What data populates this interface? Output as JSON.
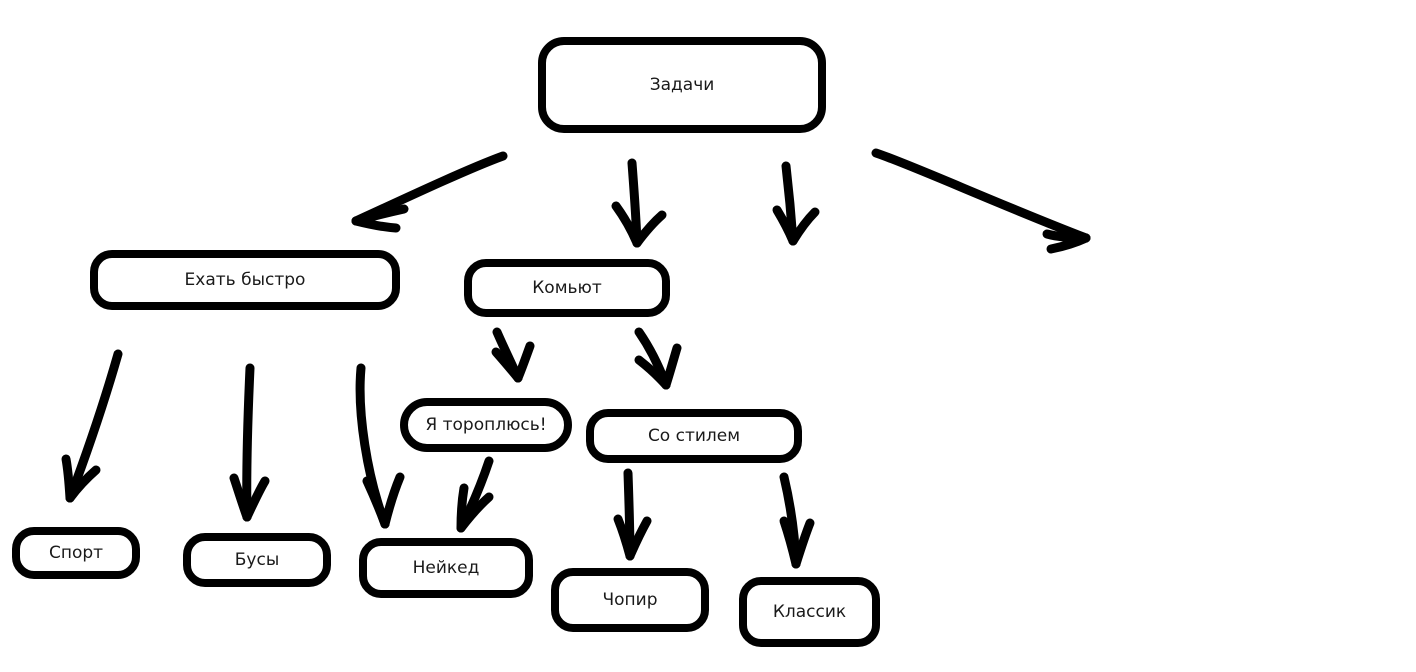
{
  "diagram": {
    "title_node": "Задачи",
    "style": {
      "background": "#ffffff",
      "stroke": "#000000",
      "text": "#1a1a1a"
    },
    "nodes": [
      {
        "id": "root",
        "label": "Задачи",
        "level": 0
      },
      {
        "id": "fast",
        "label": "Ехать быстро",
        "level": 1
      },
      {
        "id": "commute",
        "label": "Комьют",
        "level": 1
      },
      {
        "id": "hurry",
        "label": "Я тороплюсь!",
        "level": 2
      },
      {
        "id": "style",
        "label": "Со стилем",
        "level": 2
      },
      {
        "id": "sport",
        "label": "Спорт",
        "level": 3
      },
      {
        "id": "beads",
        "label": "Бусы",
        "level": 3
      },
      {
        "id": "naked",
        "label": "Нейкед",
        "level": 3
      },
      {
        "id": "chopper",
        "label": "Чопир",
        "level": 3
      },
      {
        "id": "classic",
        "label": "Классик",
        "level": 3
      }
    ],
    "edges": [
      {
        "id": "edge-root-fast",
        "from": "root",
        "to": "fast"
      },
      {
        "id": "edge-root-commute",
        "from": "root",
        "to": "commute"
      },
      {
        "id": "edge-root-unlabeled",
        "from": "root",
        "to": ""
      },
      {
        "id": "edge-root-right",
        "from": "root",
        "to": ""
      },
      {
        "id": "edge-fast-sport",
        "from": "fast",
        "to": "sport"
      },
      {
        "id": "edge-fast-beads",
        "from": "fast",
        "to": "beads"
      },
      {
        "id": "edge-fast-naked",
        "from": "fast",
        "to": "naked"
      },
      {
        "id": "edge-commute-hurry",
        "from": "commute",
        "to": "hurry"
      },
      {
        "id": "edge-commute-style",
        "from": "commute",
        "to": "style"
      },
      {
        "id": "edge-hurry-naked",
        "from": "hurry",
        "to": "naked"
      },
      {
        "id": "edge-style-chopper",
        "from": "style",
        "to": "chopper"
      },
      {
        "id": "edge-style-classic",
        "from": "style",
        "to": "classic"
      }
    ]
  }
}
